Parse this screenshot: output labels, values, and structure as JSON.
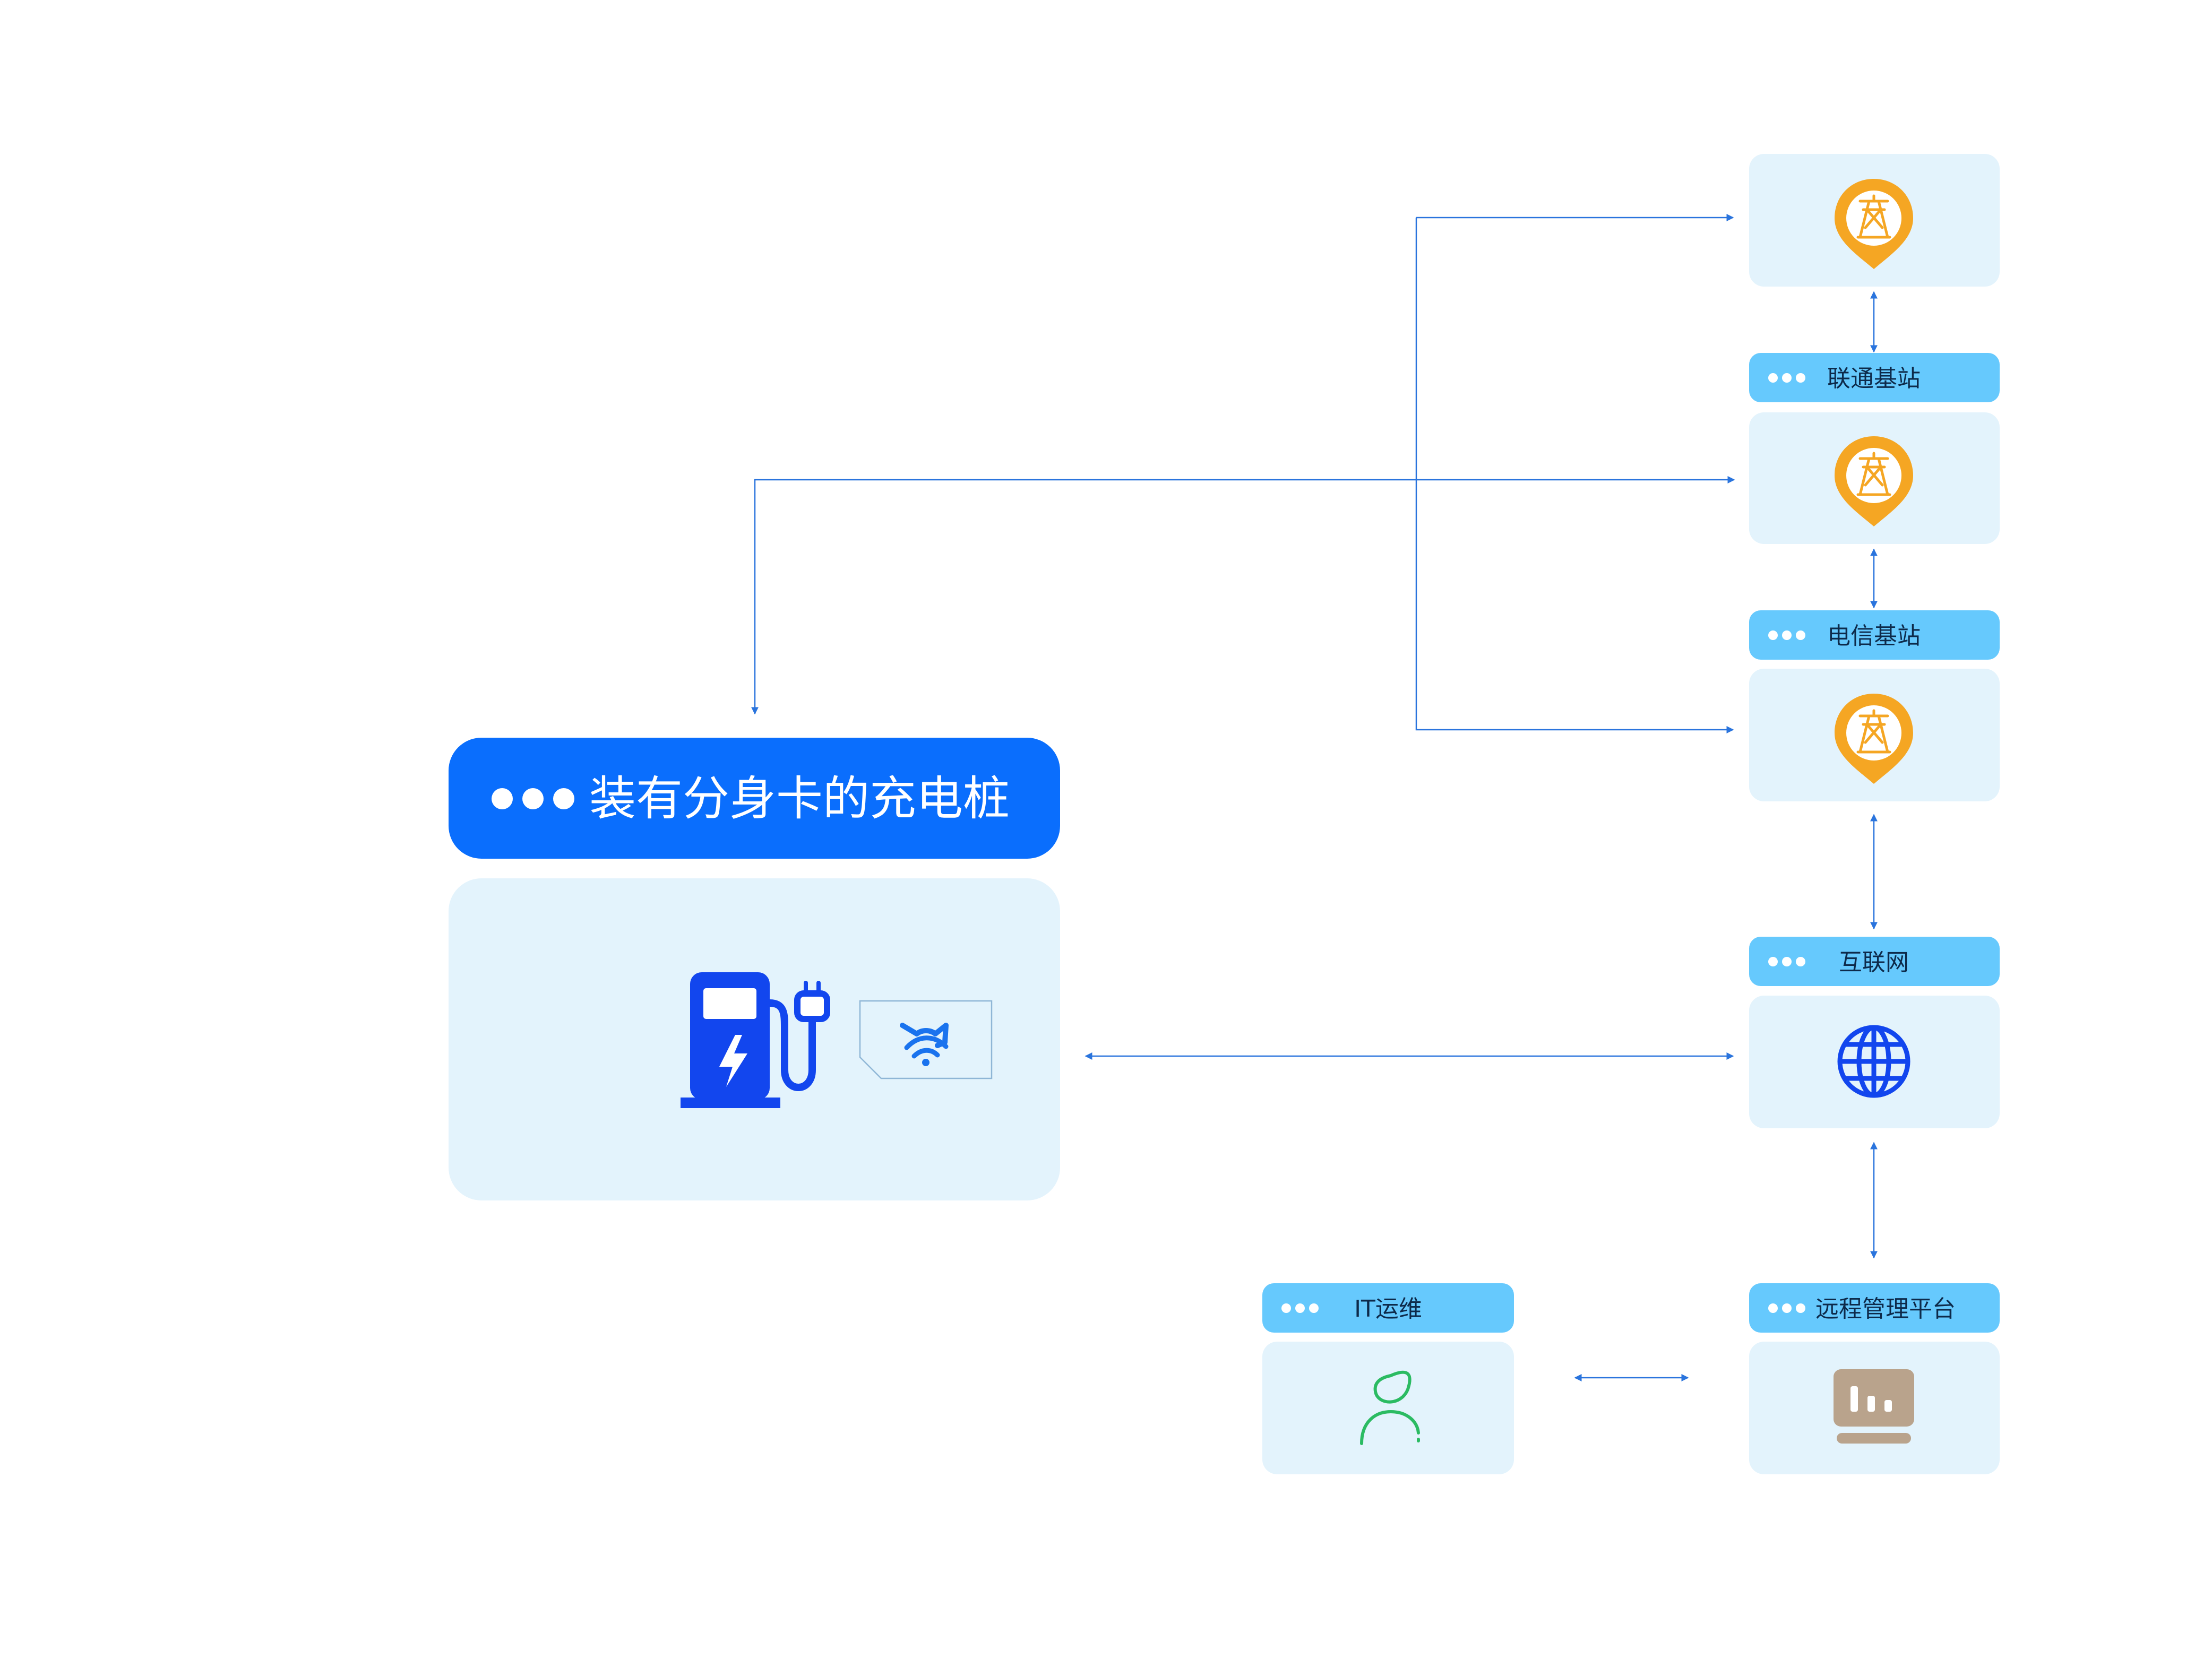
{
  "nodes": {
    "charger": {
      "title": "装有分身卡的充电桩"
    },
    "unicom": {
      "title": "联通基站"
    },
    "telecom": {
      "title": "电信基站"
    },
    "internet": {
      "title": "互联网"
    },
    "platform": {
      "title": "远程管理平台"
    },
    "itops": {
      "title": "IT运维"
    }
  },
  "colors": {
    "background": "#ffffff",
    "panel": "#e3f3fc",
    "label_bar": "#66c9fd",
    "header_bar": "#0a6efd",
    "connector": "#2a74dd",
    "tower_pin": "#f5a623",
    "charger_icon": "#1246ee",
    "sim_icon": "#1a73ee",
    "globe_icon": "#1246ee",
    "person_icon": "#2bbb62",
    "dashboard_icon": "#b9a38c"
  },
  "icons": {
    "tower": "signal-tower-pin-icon",
    "charger": "ev-charger-icon",
    "sim": "sim-card-icon",
    "globe": "globe-icon",
    "person": "person-leaf-icon",
    "dashboard": "dashboard-icon"
  }
}
